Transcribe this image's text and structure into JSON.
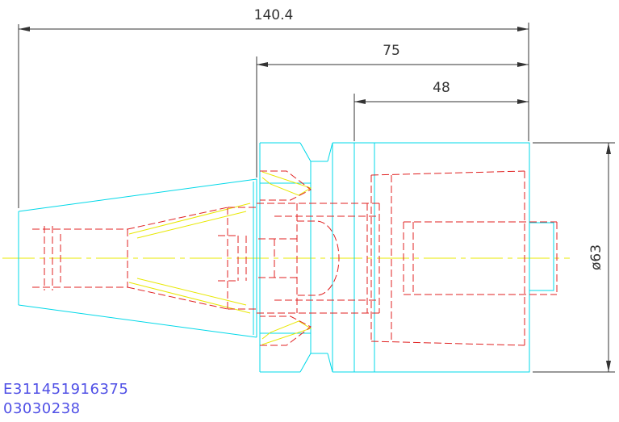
{
  "dimensions": {
    "overall_length": "140.4",
    "length_mid": "75",
    "length_short": "48",
    "diameter": "ø63"
  },
  "part_codes": {
    "line1": "E311451916375",
    "line2": "03030238"
  },
  "colors": {
    "outline": "#00d8e8",
    "hidden_lines": "#e02020",
    "centerline": "#e8e800",
    "dimension": "#333333",
    "code_text": "#5050e6"
  }
}
